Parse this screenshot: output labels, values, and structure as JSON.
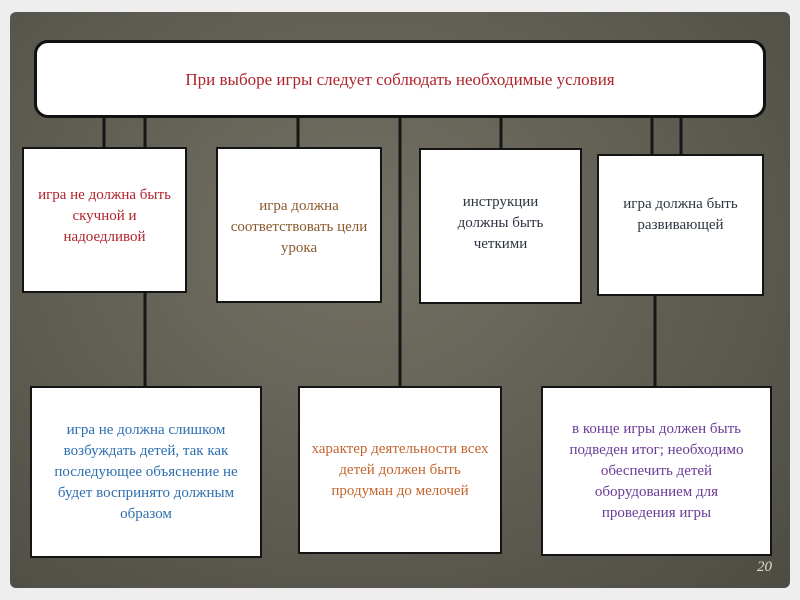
{
  "title": "При выборе игры следует соблюдать необходимые условия",
  "top_boxes": [
    "игра не должна быть скучной и надоедливой",
    "игра должна соответствовать цели урока",
    "инструкции должны быть четкими",
    "игра должна быть развивающей"
  ],
  "bottom_boxes": [
    "игра не должна слишком возбуждать детей, так как последующее объяснение не будет воспринято должным образом",
    "характер деятельности всех детей должен быть продуман до мелочей",
    "в конце игры должен быть подведен итог; необходимо обеспечить детей оборудованием для проведения игры"
  ],
  "page_number": "20",
  "colors": {
    "title": "#b0242c",
    "box1": "#b0242c",
    "box2": "#8a5a2c",
    "box3": "#2e3540",
    "box4": "#2e3540",
    "box5": "#2e6fb0",
    "box6": "#c4652e",
    "box7": "#6a3b98"
  }
}
